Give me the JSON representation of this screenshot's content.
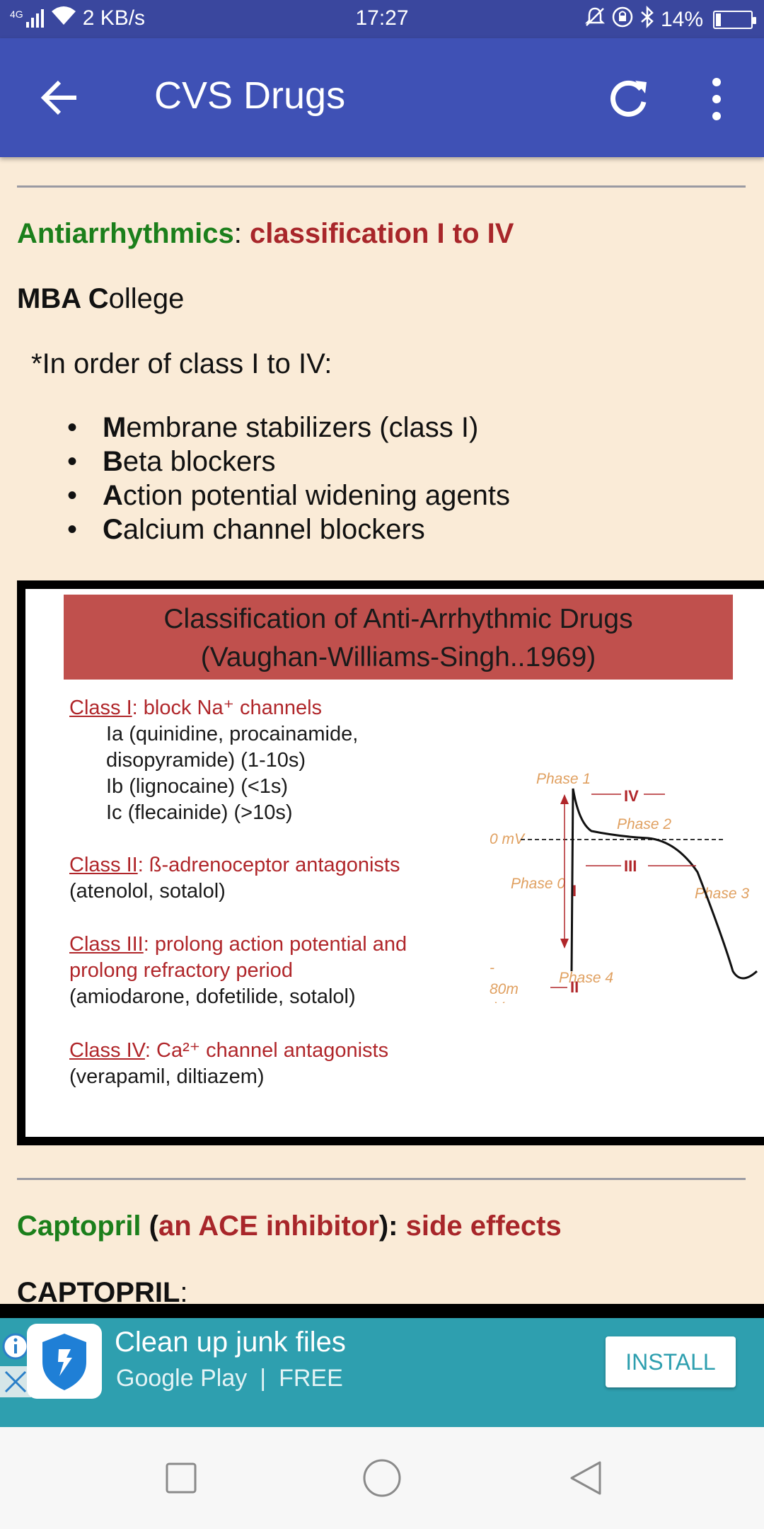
{
  "status_bar": {
    "network": "4G",
    "speed": "2 KB/s",
    "time": "17:27",
    "battery": "14%",
    "battery_level": 0.14
  },
  "app_bar": {
    "title": "CVS Drugs",
    "icons": [
      "arrow-left-icon",
      "refresh-icon",
      "more-vertical-icon"
    ]
  },
  "section1": {
    "heading_topic": "Antiarrhythmics",
    "heading_sep": ": ",
    "heading_rest": "classification I to IV",
    "mnemonic_bold": "MBA C",
    "mnemonic_rest": "ollege",
    "order_text": "*In order of class I to IV:",
    "items": [
      {
        "first": "M",
        "rest": "embrane stabilizers (class I)"
      },
      {
        "first": "B",
        "rest": "eta blockers"
      },
      {
        "first": "A",
        "rest": "ction potential widening agents"
      },
      {
        "first": "C",
        "rest": "alcium channel blockers"
      }
    ]
  },
  "figure": {
    "title_line1": "Classification of Anti-Arrhythmic Drugs",
    "title_line2": "(Vaughan-Williams-Singh..1969)",
    "class1_label": "Class I",
    "class1_desc": ": block Na⁺ channels",
    "class1_lines": [
      "Ia (quinidine, procainamide,",
      "disopyramide) (1-10s)",
      "Ib (lignocaine) (<1s)",
      "Ic (flecainide) (>10s)"
    ],
    "class2_label": "Class II",
    "class2_desc": ":  ß-adrenoceptor antagonists",
    "class2_drugs": "(atenolol, sotalol)",
    "class3_label": "Class III",
    "class3_desc1": ": prolong action potential and",
    "class3_desc2": "prolong refractory period",
    "class3_drugs": "(amiodarone, dofetilide, sotalol)",
    "class4_label": "Class IV",
    "class4_desc": ": Ca²⁺ channel antagonists",
    "class4_drugs": "(verapamil, diltiazem)",
    "diagram": {
      "phase1": "Phase 1",
      "phase2": "Phase 2",
      "phase3": "Phase 3",
      "phase0": "Phase 0",
      "phase4": "Phase 4",
      "zero_mv": "0 mV",
      "minus": "-",
      "eighty_m": "80m",
      "v": "V",
      "iv": "IV",
      "iii": "III",
      "i": "I",
      "ii": "II"
    }
  },
  "section2": {
    "heading_topic": "Captopril",
    "heading_open": " (",
    "heading_class": "an ACE inhibitor",
    "heading_close": "): ",
    "heading_rest": "side effects",
    "sub_label": "CAPTOPRIL",
    "sub_colon": ":"
  },
  "ad": {
    "title": "Clean up junk files",
    "store": "Google Play",
    "separator": "|",
    "price": "FREE",
    "install_label": "INSTALL"
  },
  "colors": {
    "status_bar": "#3a479e",
    "app_bar": "#3f51b5",
    "background": "#faebd7",
    "heading_green": "#1b7f1b",
    "heading_red": "#a8262a",
    "ad_bg": "#2e9faf"
  }
}
